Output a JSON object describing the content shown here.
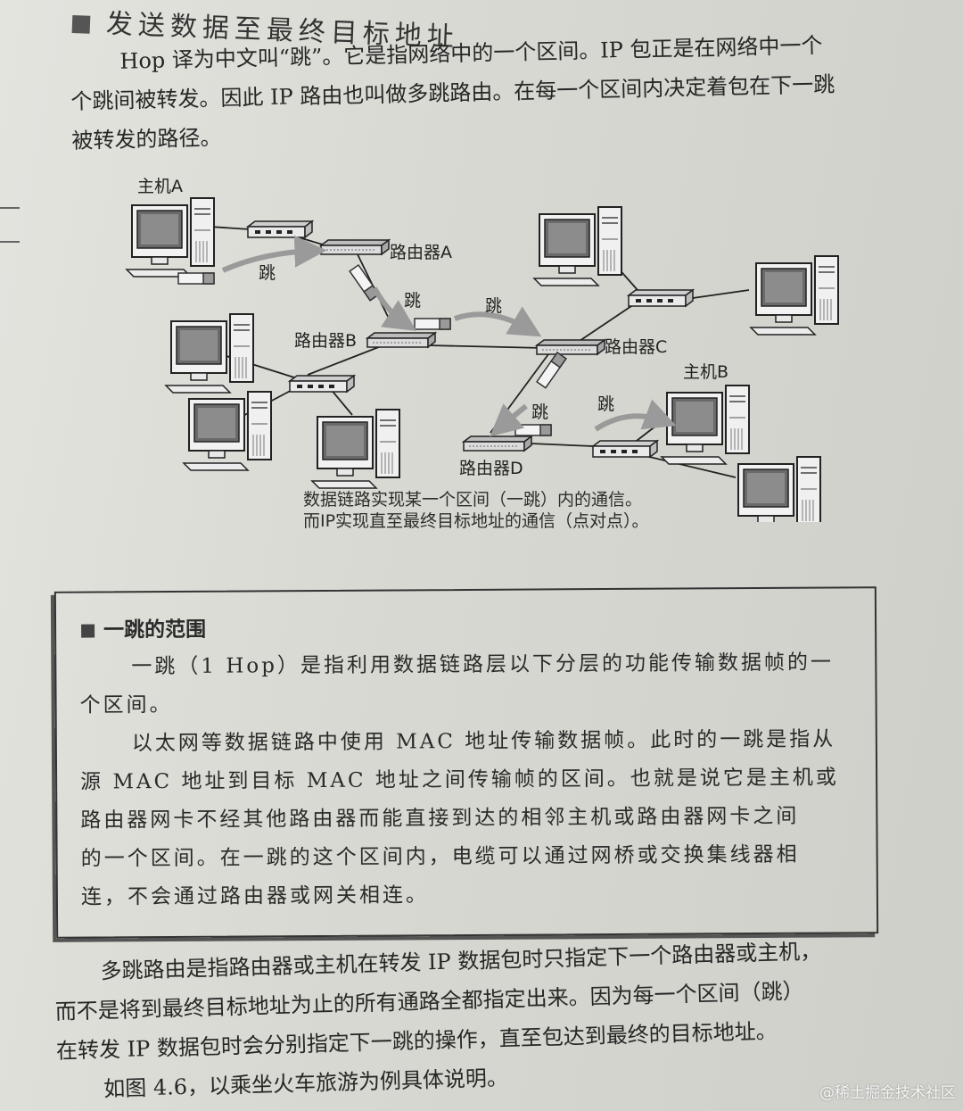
{
  "heading": "发送数据至最终目标地址",
  "intro_lines": [
    "Hop 译为中文叫“跳”。它是指网络中的一个区间。IP 包正是在网络中一个",
    "个跳间被转发。因此 IP 路由也叫做多跳路由。在每一个区间内决定着包在下一跳",
    "被转发的路径。"
  ],
  "diagram": {
    "host_a": "主机A",
    "host_b": "主机B",
    "router_a": "路由器A",
    "router_b": "路由器B",
    "router_c": "路由器C",
    "router_d": "路由器D",
    "hop": "跳"
  },
  "caption_lines": [
    "数据链路实现某一个区间（一跳）内的通信。",
    "而IP实现直至最终目标地址的通信（点对点）。"
  ],
  "box": {
    "title": "一跳的范围",
    "lines": [
      "一跳（1 Hop）是指利用数据链路层以下分层的功能传输数据帧的一",
      "个区间。",
      "以太网等数据链路中使用 MAC 地址传输数据帧。此时的一跳是指从",
      "源 MAC 地址到目标 MAC 地址之间传输帧的区间。也就是说它是主机或",
      "路由器网卡不经其他路由器而能直接到达的相邻主机或路由器网卡之间",
      "的一个区间。在一跳的这个区间内，电缆可以通过网桥或交换集线器相",
      "连，不会通过路由器或网关相连。"
    ]
  },
  "outro_lines": [
    "多跳路由是指路由器或主机在转发 IP 数据包时只指定下一个路由器或主机，",
    "而不是将到最终目标地址为止的所有通路全都指定出来。因为每一个区间（跳）",
    "在转发 IP 数据包时会分别指定下一跳的操作，直至包达到最终的目标地址。",
    "如图 4.6，以乘坐火车旅游为例具体说明。"
  ],
  "watermark": "@稀土掘金技术社区"
}
